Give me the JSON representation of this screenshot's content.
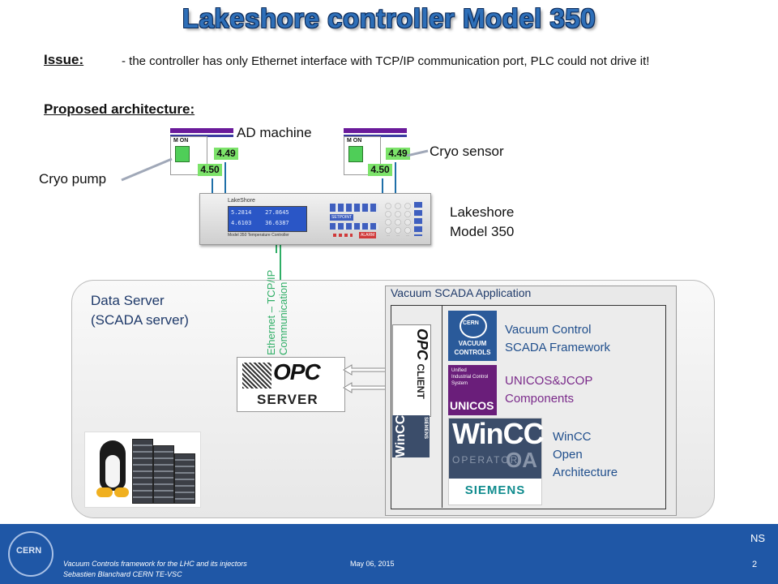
{
  "slide": {
    "title": "Lakeshore controller Model 350",
    "issue_label": "Issue:",
    "issue_text": "- the controller has only Ethernet interface with TCP/IP communication port, PLC could not drive it!",
    "proposed_label": "Proposed architecture:",
    "labels": {
      "ad_machine": "AD machine",
      "cryo_sensor": "Cryo sensor",
      "cryo_pump": "Cryo pump",
      "lakeshore": "Lakeshore",
      "model": "Model 350",
      "ethernet": "Ethernet – TCP/IP",
      "communication": "Communication",
      "data_server": "Data Server",
      "scada_server": "(SCADA server)",
      "vacuum_scada_app": "Vacuum SCADA Application",
      "vac_ctrl_1": "Vacuum Control",
      "vac_ctrl_2": "SCADA Framework",
      "unicos_1": "UNICOS&JCOP",
      "unicos_2": "Components",
      "wincc_1": "WinCC",
      "wincc_2": "Open",
      "wincc_3": "Architecture"
    },
    "devices": {
      "readout_top": "4.49",
      "readout_bottom": "4.50",
      "mon": "M  ON"
    },
    "controller": {
      "brand": "LakeShore",
      "screen_line1": "5.2814    27.8645",
      "screen_line2": "4.6103    36.6387",
      "model_caption": "Model 350 Temperature Controller",
      "setpoint_key": "SETPOINT",
      "alarm_key": "ALARM"
    },
    "logos": {
      "opc": "OPC",
      "server": "SERVER",
      "client": "CLIENT",
      "cern": "CERN",
      "vacuum": "VACUUM",
      "controls": "CONTROLS",
      "unicos_small_1": "Unified",
      "unicos_small_2": "Industrial Control",
      "unicos_small_3": "System",
      "unicos": "UNICOS",
      "wincc_logo": "WinCC",
      "oa": "OA",
      "operator": "OPERATOR",
      "siemens": "SIEMENS"
    },
    "footer": {
      "line1": "Vacuum Controls framework for the LHC and its injectors",
      "line2": "Sebastien Blanchard CERN TE-VSC",
      "date": "May 06, 2015",
      "page": "2",
      "initials": "NS",
      "cern_logo": "CERN"
    }
  },
  "colors": {
    "title": "#2e6fb8",
    "accent_green": "#2fae66",
    "unicos_purple": "#7a2a8a",
    "text_blue": "#1f4e8c",
    "footer_blue": "#1f57a6"
  }
}
